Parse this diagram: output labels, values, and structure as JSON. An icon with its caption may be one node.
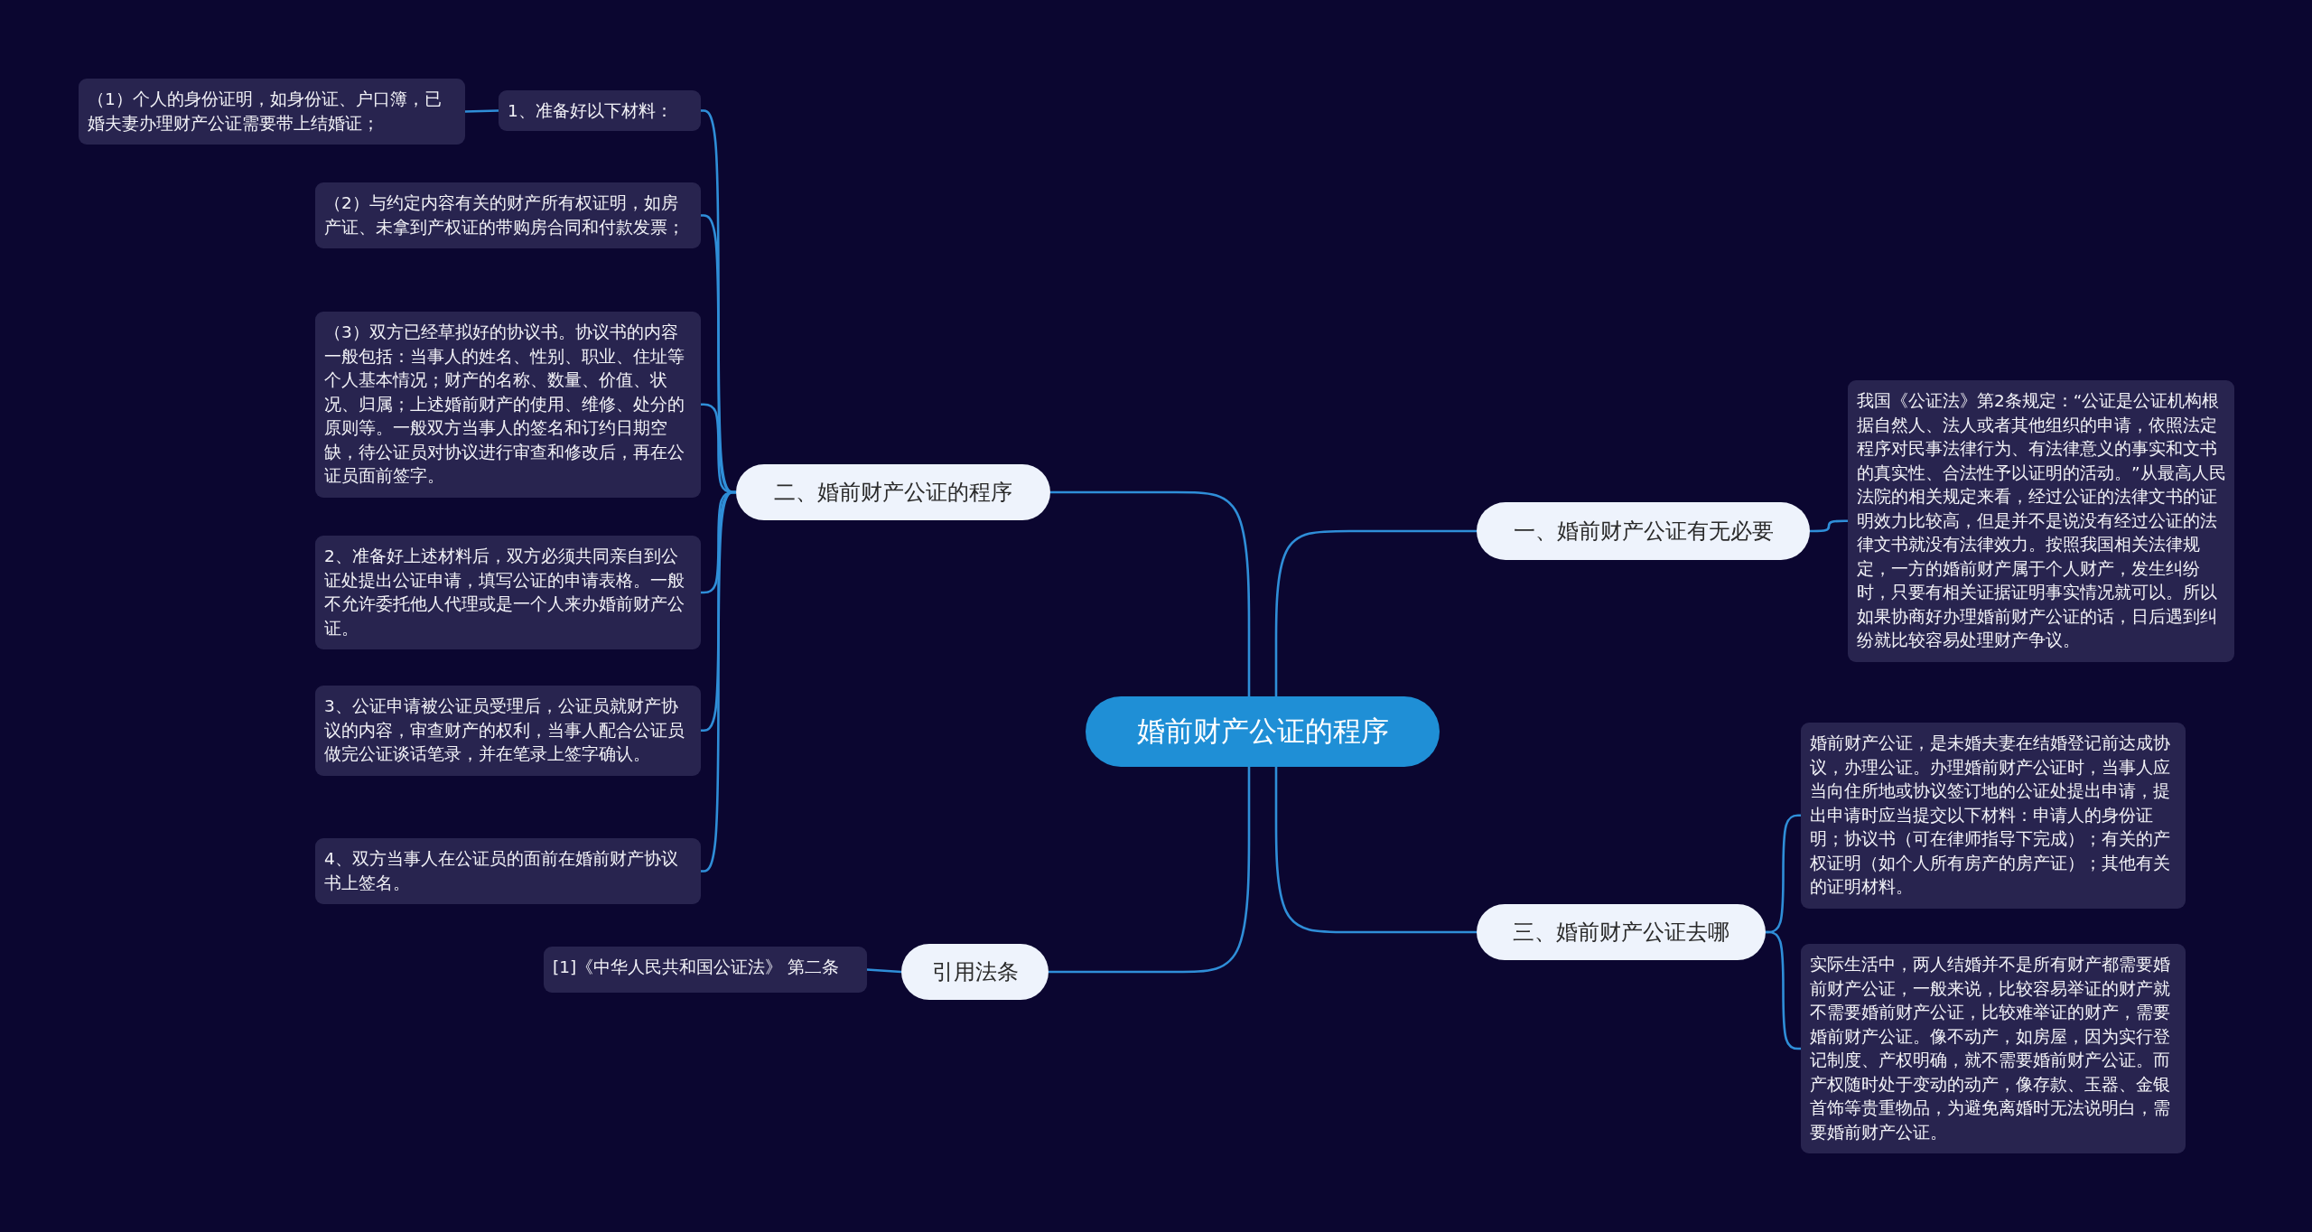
{
  "diagram": {
    "nodes": [
      {
        "text": [
          "婚前财产公证的程序"
        ]
      },
      {
        "text": [
          "一、婚前财产公证有无必要"
        ]
      },
      {
        "text": [
          "我国《公证法》第2条规定：“公证是公证机构根据自然人、法人或者其他组织的申请，依照法定程序对民事法律行为、有法律意义的事实和文书的真实性、合法性予以证明的活动。”从最高人民法院的相关规定来看，经过公证的法律文书的证明效力比较高，但是并不是说没有经过公证的法律文书就没有法律效力。按照我国相关法律规定，一方的婚前财产属于个人财产，发生纠纷时，只要有相关证据证明事实情况就可以。所以如果协商好办理婚前财产公证的话，日后遇到纠纷就比较容易处理财产争议。"
        ]
      },
      {
        "text": [
          "二、婚前财产公证的程序"
        ]
      },
      {
        "text": [
          "1、准备好以下材料："
        ]
      },
      {
        "text": [
          "（1）个人的身份证明，如身份证、户口簿，已婚夫妻办理财产公证需要带上结婚证；"
        ]
      },
      {
        "text": [
          "（2）与约定内容有关的财产所有权证明，如房产证、未拿到产权证的带购房合同和付款发票；"
        ]
      },
      {
        "text": [
          "（3）双方已经草拟好的协议书。协议书的内容一般包括：当事人的姓名、性别、职业、住址等个人基本情况；财产的名称、数量、价值、状况、归属；上述婚前财产的使用、维修、处分的原则等。一般双方当事人的签名和订约日期空缺，待公证员对协议进行审查和修改后，再在公证员面前签字。"
        ]
      },
      {
        "text": [
          "2、准备好上述材料后，双方必须共同亲自到公证处提出公证申请，填写公证的申请表格。一般不允许委托他人代理或是一个人来办婚前财产公证。"
        ]
      },
      {
        "text": [
          "3、公证申请被公证员受理后，公证员就财产协议的内容，审查财产的权利，当事人配合公证员做完公证谈话笔录，并在笔录上签字确认。"
        ]
      },
      {
        "text": [
          "4、双方当事人在公证员的面前在婚前财产协议书上签名。"
        ]
      },
      {
        "text": [
          "三、婚前财产公证去哪"
        ]
      },
      {
        "text": [
          "婚前财产公证，是未婚夫妻在结婚登记前达成协议，办理公证。办理婚前财产公证时，当事人应当向住所地或协议签订地的公证处提出申请，提出申请时应当提交以下材料：申请人的身份证明；协议书（可在律师指导下完成）；有关的产权证明（如个人所有房产的房产证）；其他有关的证明材料。"
        ]
      },
      {
        "text": [
          "实际生活中，两人结婚并不是所有财产都需要婚前财产公证，一般来说，比较容易举证的财产就不需要婚前财产公证，比较难举证的财产，需要婚前财产公证。像不动产，如房屋，因为实行登记制度、产权明确，就不需要婚前财产公证。而产权随时处于变动的动产，像存款、玉器、金银首饰等贵重物品，为避免离婚时无法说明白，需要婚前财产公证。"
        ]
      },
      {
        "text": [
          "引用法条"
        ]
      },
      {
        "text": [
          "[1]《中华人民共和国公证法》 第二条"
        ]
      }
    ],
    "edges": [
      {
        "from": 0,
        "to": 1,
        "arrow": "none"
      },
      {
        "from": 1,
        "to": 2,
        "arrow": "none"
      },
      {
        "from": 0,
        "to": 3,
        "arrow": "none"
      },
      {
        "from": 3,
        "to": 4,
        "arrow": "none"
      },
      {
        "from": 4,
        "to": 5,
        "arrow": "none"
      },
      {
        "from": 3,
        "to": 6,
        "arrow": "none"
      },
      {
        "from": 3,
        "to": 7,
        "arrow": "none"
      },
      {
        "from": 3,
        "to": 8,
        "arrow": "none"
      },
      {
        "from": 3,
        "to": 9,
        "arrow": "none"
      },
      {
        "from": 3,
        "to": 10,
        "arrow": "none"
      },
      {
        "from": 0,
        "to": 11,
        "arrow": "none"
      },
      {
        "from": 11,
        "to": 12,
        "arrow": "none"
      },
      {
        "from": 11,
        "to": 13,
        "arrow": "none"
      },
      {
        "from": 0,
        "to": 14,
        "arrow": "none"
      },
      {
        "from": 14,
        "to": 15,
        "arrow": "none"
      }
    ]
  }
}
